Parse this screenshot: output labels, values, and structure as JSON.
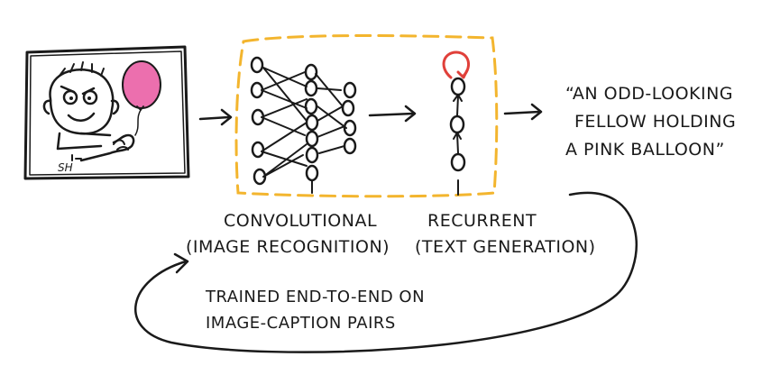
{
  "input_picture": {
    "signature": "SH"
  },
  "colors": {
    "frame_dashes": "#f3b52e",
    "balloon": "#ec6fae",
    "ink": "#1a1a1a",
    "loop_arrow": "#e0403a"
  },
  "labels": {
    "convolutional_line1": "CONVOLUTIONAL",
    "convolutional_line2": "(IMAGE RECOGNITION)",
    "recurrent_line1": "RECURRENT",
    "recurrent_line2": "(TEXT GENERATION)"
  },
  "output_caption": {
    "line1": "“AN ODD-LOOKING",
    "line2": "FELLOW HOLDING",
    "line3": "A PINK BALLOON”"
  },
  "training_note": {
    "line1": "TRAINED END-TO-END ON",
    "line2": "IMAGE-CAPTION PAIRS"
  }
}
